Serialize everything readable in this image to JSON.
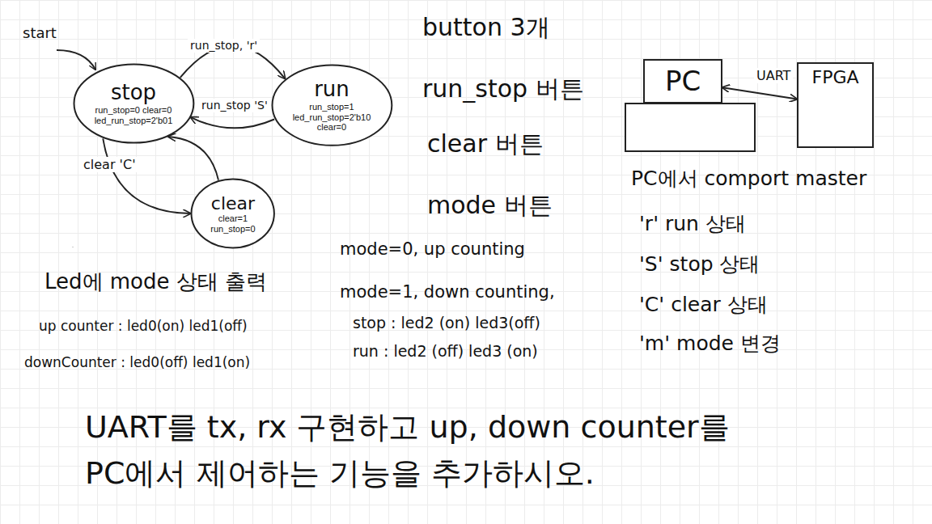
{
  "diagram": {
    "nodes": [
      {
        "text": [
          "stop",
          "run_stop=0 clear=0 led_run_stop=2'b01"
        ]
      },
      {
        "text": [
          "run",
          "run_stop=1 led_run_stop=2'b10 clear=0"
        ]
      },
      {
        "text": [
          "clear",
          "clear=1 run_stop=0"
        ]
      },
      {
        "text": [
          "PC"
        ]
      },
      {
        "text": [
          "FPGA"
        ]
      }
    ],
    "edges": [
      {
        "from": 0,
        "to": 1,
        "label": "run_stop, 'r'",
        "arrow": "to"
      },
      {
        "from": 1,
        "to": 0,
        "label": "run_stop 'S'",
        "arrow": "to"
      },
      {
        "from": 0,
        "to": 2,
        "label": "clear 'C'",
        "arrow": "to"
      },
      {
        "from": 2,
        "to": 0,
        "arrow": "to"
      },
      {
        "from": 3,
        "to": 4,
        "label": "UART",
        "arrow": "both"
      }
    ],
    "labels": [
      "start",
      "button 3개",
      "run_stop 버튼",
      "clear 버튼",
      "mode 버튼",
      "mode=0, up counting",
      "mode=1, down counting,",
      "stop : led2 (on) led3(off)",
      "run : led2 (off) led3 (on)",
      "Led에 mode 상태 출력",
      "up counter : led0(on) led1(off)",
      "downCounter : led0(off) led1(on)",
      "PC에서 comport master",
      "'r' run 상태",
      "'S' stop 상태",
      "'C' clear 상태",
      "'m' mode 변경",
      "UART를 tx, rx 구현하고 up, down counter를 PC에서 제어하는 기능을 추가하시오."
    ]
  }
}
